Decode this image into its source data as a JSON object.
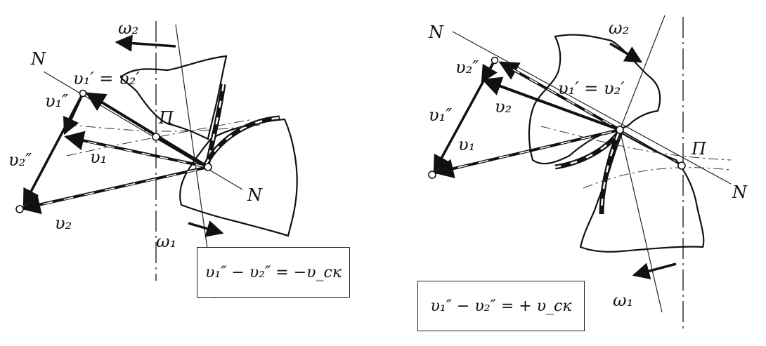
{
  "left": {
    "omega_top": "ω₂",
    "omega_bottom": "ω₁",
    "N_top": "N",
    "N_bottom": "N",
    "pole": "Π",
    "v1p_eq_v2p": "υ₁′ = υ₂′",
    "v1pp": "υ₁″",
    "v2pp": "υ₂″",
    "v1": "υ₁",
    "v2": "υ₂",
    "formula": "υ₁″ − υ₂″ = −υ_ск"
  },
  "right": {
    "omega_top": "ω₂",
    "omega_bottom": "ω₁",
    "N_top": "N",
    "N_bottom": "N",
    "pole": "Π",
    "v1p_eq_v2p": "υ₁′ = υ₂′",
    "v1pp": "υ₁″",
    "v2pp": "υ₂″",
    "v1": "υ₁",
    "v2": "υ₂",
    "formula": "υ₁″ − υ₂″ = + υ_ск"
  }
}
